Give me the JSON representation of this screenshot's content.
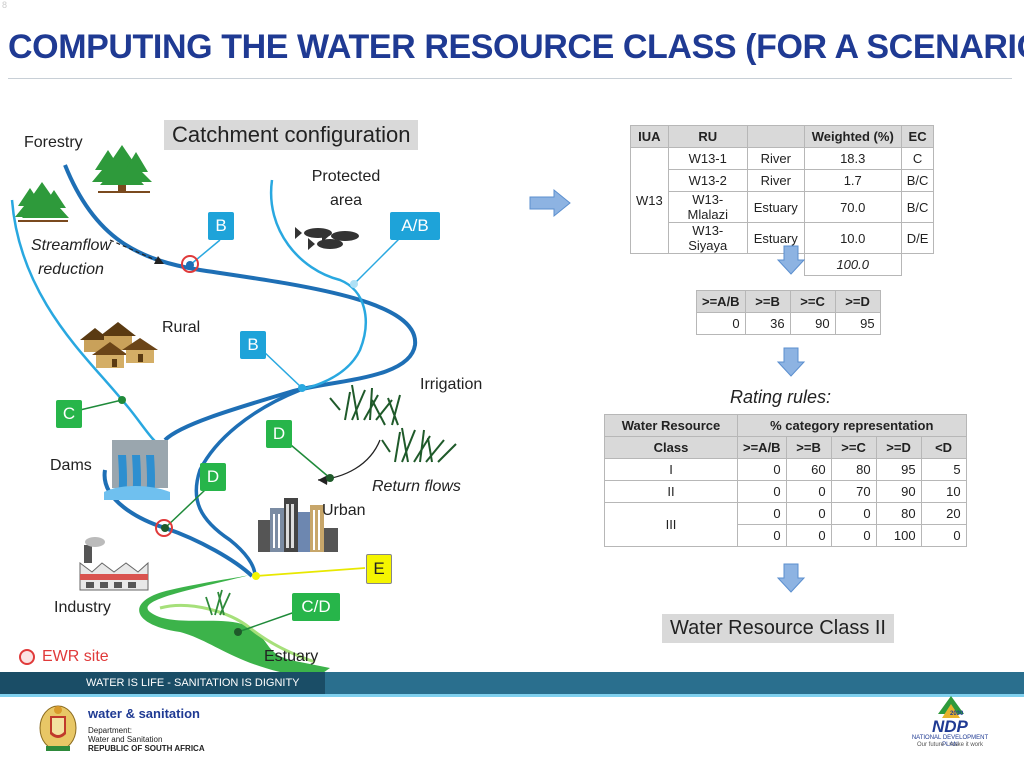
{
  "slide_number": "8",
  "title": "COMPUTING THE WATER RESOURCE CLASS (FOR A SCENARIO)",
  "diagram": {
    "catchment_label": "Catchment configuration",
    "labels": {
      "forestry": "Forestry",
      "streamflow_reduction_1": "Streamflow",
      "streamflow_reduction_2": "reduction",
      "protected_area_1": "Protected",
      "protected_area_2": "area",
      "rural": "Rural",
      "irrigation": "Irrigation",
      "dams": "Dams",
      "return_flows": "Return flows",
      "urban": "Urban",
      "industry": "Industry",
      "estuary": "Estuary",
      "ewr_site": "EWR site"
    },
    "classes": {
      "b1": "B",
      "ab": "A/B",
      "b2": "B",
      "c": "C",
      "d1": "D",
      "d2": "D",
      "e": "E",
      "cd": "C/D"
    }
  },
  "iua_table": {
    "headers": [
      "IUA",
      "RU",
      "",
      "Weighted (%)",
      "EC"
    ],
    "iua": "W13",
    "rows": [
      {
        "ru": "W13-1",
        "type": "River",
        "weighted": "18.3",
        "ec": "C"
      },
      {
        "ru": "W13-2",
        "type": "River",
        "weighted": "1.7",
        "ec": "B/C"
      },
      {
        "ru": "W13-Mlalazi",
        "type": "Estuary",
        "weighted": "70.0",
        "ec": "B/C"
      },
      {
        "ru": "W13-Siyaya",
        "type": "Estuary",
        "weighted": "10.0",
        "ec": "D/E"
      }
    ],
    "total": "100.0"
  },
  "cumulative_table": {
    "headers": [
      ">=A/B",
      ">=B",
      ">=C",
      ">=D"
    ],
    "values": [
      "0",
      "36",
      "90",
      "95"
    ]
  },
  "rating_rules": {
    "label": "Rating rules:",
    "header_class_1": "Water Resource",
    "header_class_2": "Class",
    "header_pct": "% category representation",
    "subheaders": [
      ">=A/B",
      ">=B",
      ">=C",
      ">=D",
      "<D"
    ],
    "rows": [
      {
        "cls": "I",
        "vals": [
          "0",
          "60",
          "80",
          "95",
          "5"
        ]
      },
      {
        "cls": "II",
        "vals": [
          "0",
          "0",
          "70",
          "90",
          "10"
        ]
      },
      {
        "cls": "III",
        "vals": [
          "0",
          "0",
          "0",
          "80",
          "20"
        ]
      },
      {
        "cls": "",
        "vals": [
          "0",
          "0",
          "0",
          "100",
          "0"
        ]
      }
    ]
  },
  "result": "Water Resource Class II",
  "footer": {
    "slogan": "WATER IS LIFE - SANITATION IS DIGNITY",
    "dept_title": "water & sanitation",
    "dept_line1": "Department:",
    "dept_line2": "Water and Sanitation",
    "dept_line3": "REPUBLIC OF SOUTH AFRICA",
    "ndp_year": "2030",
    "ndp_text": "NDP",
    "ndp_line1": "NATIONAL DEVELOPMENT PLAN",
    "ndp_line2": "Our future - make it work"
  },
  "colors": {
    "title": "#1f3a93",
    "river": "#1e6fb5",
    "class_blue": "#1ea3d9",
    "class_green": "#27b54a",
    "class_yellow": "#f5f500",
    "ewr": "#e03a3a",
    "arrow": "#8db3e2"
  }
}
